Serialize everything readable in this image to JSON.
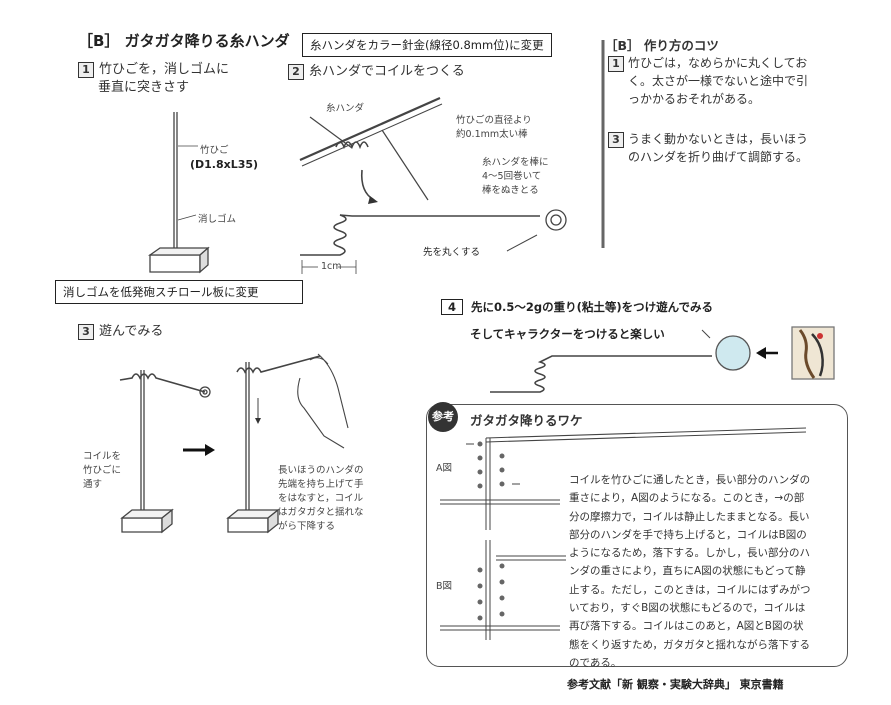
{
  "left": {
    "title": "［B］ ガタガタ降りる糸ハンダ",
    "step1_num": "1",
    "step1_line1": "竹ひごを，消しゴムに",
    "step1_line2": "垂直に突きさす",
    "label_takehigo": "竹ひご",
    "label_size": "(D1.8xL35)",
    "label_keshigomu": "消しゴム",
    "change_box": "消しゴムを低発砲スチロール板に変更"
  },
  "step2": {
    "num": "2",
    "title": "糸ハンダでコイルをつくる",
    "change_box": "糸ハンダをカラー針金(線径0.8mm位)に変更",
    "label_itohanda": "糸ハンダ",
    "label_rod1": "竹ひごの直径より",
    "label_rod2": "約0.1mm太い棒",
    "label_wind1": "糸ハンダを棒に",
    "label_wind2": "4～5回巻いて",
    "label_wind3": "棒をぬきとる",
    "label_1cm": "1cm",
    "label_round": "先を丸くする"
  },
  "tips": {
    "title": "［B］ 作り方のコツ",
    "items": [
      {
        "num": "1",
        "lines": [
          "竹ひごは，なめらかに丸くしてお",
          "く。太さが一様でないと途中で引",
          "っかかるおそれがある。"
        ]
      },
      {
        "num": "3",
        "lines": [
          "うまく動かないときは，長いほう",
          "のハンダを折り曲げて調節する。"
        ]
      }
    ]
  },
  "step3": {
    "num": "3",
    "title": "遊んでみる",
    "label_coil1": "コイルを",
    "label_coil2": "竹ひごに",
    "label_coil3": "通す",
    "label_desc1": "長いほうのハンダの",
    "label_desc2": "先端を持ち上げて手",
    "label_desc3": "をはなすと，コイル",
    "label_desc4": "はガタガタと揺れな",
    "label_desc5": "がら下降する"
  },
  "step4": {
    "num": "4",
    "text": "先に0.5～2gの重り(粘土等)をつけ遊んでみる",
    "sub": "そしてキャラクターをつけると楽しい",
    "colors": {
      "weight": "#cfe9ef"
    }
  },
  "reference": {
    "badge": "参考",
    "title": "ガタガタ降りるワケ",
    "label_a": "A図",
    "label_b": "B図",
    "lines": [
      "コイルを竹ひごに通したとき，長い部分のハンダの",
      "重さにより，A図のようになる。このとき，→の部",
      "分の摩擦力で，コイルは静止したままとなる。長い",
      "部分のハンダを手で持ち上げると，コイルはB図の",
      "ようになるため，落下する。しかし，長い部分のハ",
      "ンダの重さにより，直ちにA図の状態にもどって静",
      "止する。ただし，このときは，コイルにはずみがつ",
      "いており，すぐB図の状態にもどるので，コイルは",
      "再び落下する。コイルはこのあと，A図とB図の状",
      "態をくり返すため，ガタガタと揺れながら落下する",
      "のである。"
    ],
    "citation": "参考文献「新 観察・実験大辞典」 東京書籍"
  }
}
